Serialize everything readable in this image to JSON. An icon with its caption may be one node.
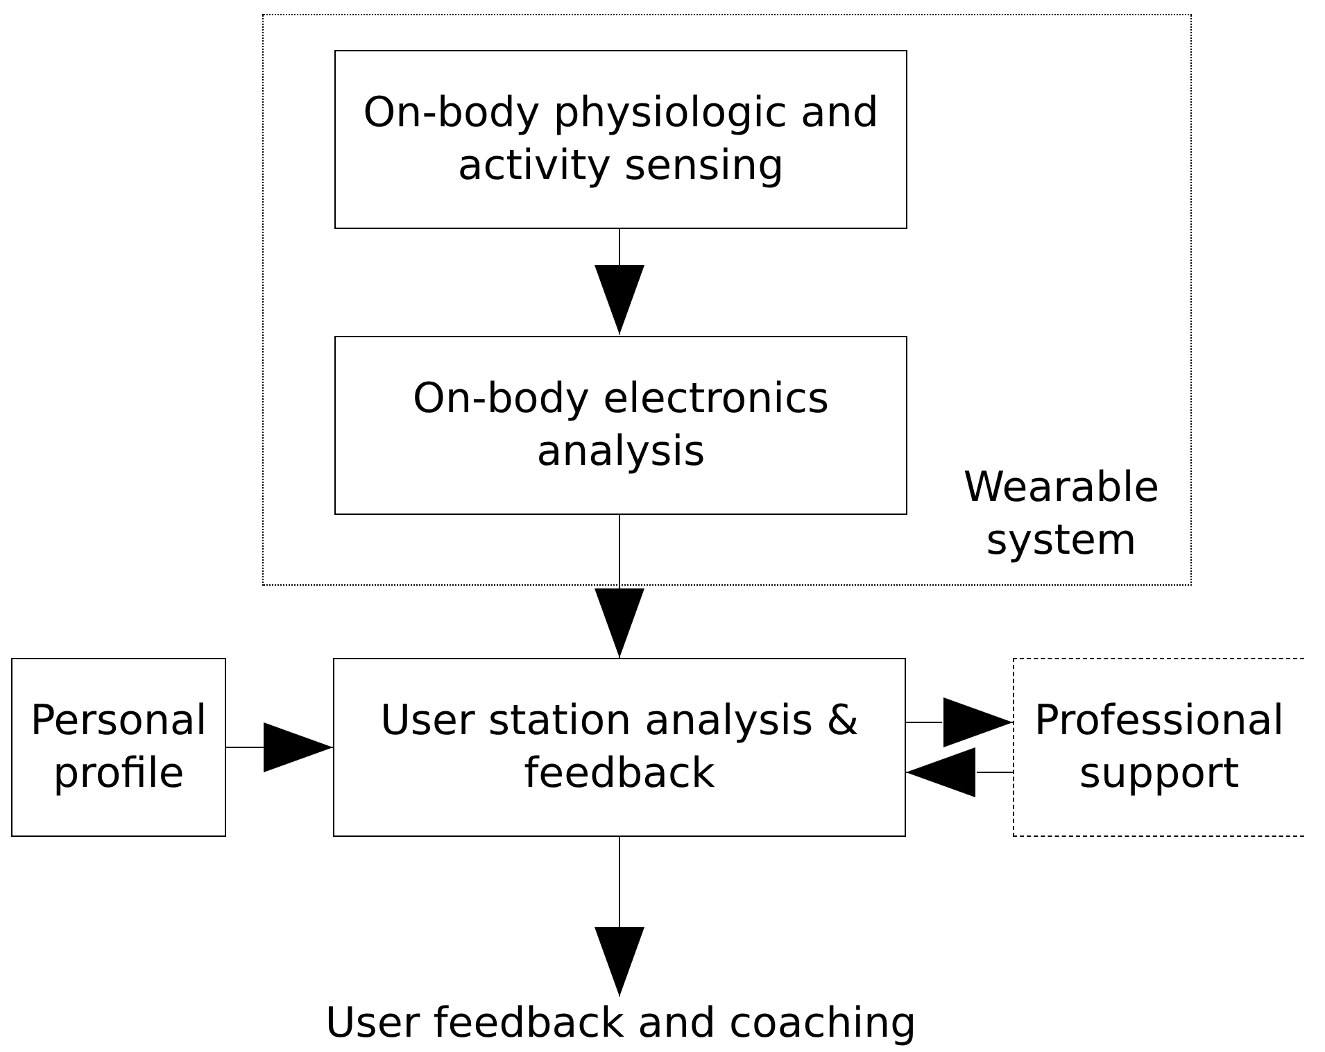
{
  "diagram": {
    "nodes": [
      {
        "text": [
          "Wearable system"
        ]
      },
      {
        "text": [
          "On-body physiologic and activity sensing"
        ],
        "in": 0
      },
      {
        "text": [
          "On-body electronics analysis"
        ],
        "in": 0
      },
      {
        "text": [
          "Personal profile"
        ]
      },
      {
        "text": [
          "User station analysis & feedback"
        ]
      },
      {
        "text": [
          "Professional support"
        ]
      },
      {
        "text": [
          "User feedback and coaching"
        ]
      }
    ],
    "edges": [
      {
        "from": 1,
        "to": 2,
        "arrow": "to"
      },
      {
        "from": 2,
        "to": 4,
        "arrow": "to"
      },
      {
        "from": 3,
        "to": 4,
        "arrow": "to"
      },
      {
        "from": 4,
        "to": 5,
        "arrow": "to",
        "style": "dashed"
      },
      {
        "from": 5,
        "to": 4,
        "arrow": "to",
        "style": "dashed"
      },
      {
        "from": 4,
        "to": 6,
        "arrow": "to"
      }
    ]
  }
}
